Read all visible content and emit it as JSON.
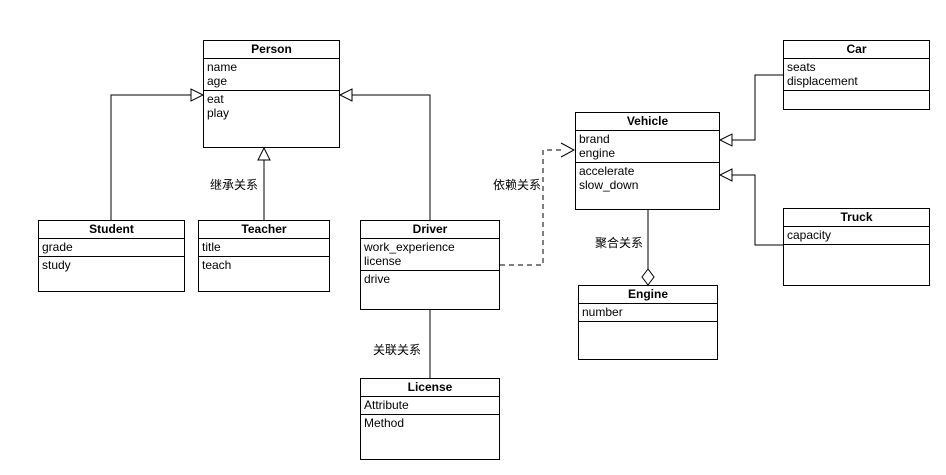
{
  "diagram": {
    "kind": "uml-class-diagram",
    "colors": {
      "background": "#ffffff",
      "stroke": "#000000",
      "fill": "#ffffff",
      "text": "#000000"
    },
    "classes": {
      "person": {
        "title": "Person",
        "attributes": [
          "name",
          "age"
        ],
        "methods": [
          "eat",
          "play"
        ]
      },
      "student": {
        "title": "Student",
        "attributes": [
          "grade"
        ],
        "methods": [
          "study"
        ]
      },
      "teacher": {
        "title": "Teacher",
        "attributes": [
          "title"
        ],
        "methods": [
          "teach"
        ]
      },
      "driver": {
        "title": "Driver",
        "attributes": [
          "work_experience",
          "license"
        ],
        "methods": [
          "drive"
        ]
      },
      "vehicle": {
        "title": "Vehicle",
        "attributes": [
          "brand",
          "engine"
        ],
        "methods": [
          "accelerate",
          "slow_down"
        ]
      },
      "car": {
        "title": "Car",
        "attributes": [
          "seats",
          "displacement"
        ],
        "methods": []
      },
      "truck": {
        "title": "Truck",
        "attributes": [
          "capacity"
        ],
        "methods": []
      },
      "engine": {
        "title": "Engine",
        "attributes": [
          "number"
        ],
        "methods": []
      },
      "license": {
        "title": "License",
        "attributes": [
          "Attribute"
        ],
        "methods": [
          "Method"
        ]
      }
    },
    "edges": [
      {
        "from": "Student",
        "to": "Person",
        "type": "inheritance",
        "label": ""
      },
      {
        "from": "Teacher",
        "to": "Person",
        "type": "inheritance",
        "label": "继承关系"
      },
      {
        "from": "Driver",
        "to": "Person",
        "type": "inheritance",
        "label": ""
      },
      {
        "from": "Driver",
        "to": "Vehicle",
        "type": "dependency",
        "label": "依赖关系"
      },
      {
        "from": "Vehicle",
        "to": "Engine",
        "type": "aggregation",
        "label": "聚合关系"
      },
      {
        "from": "Car",
        "to": "Vehicle",
        "type": "inheritance",
        "label": ""
      },
      {
        "from": "Truck",
        "to": "Vehicle",
        "type": "inheritance",
        "label": ""
      },
      {
        "from": "Driver",
        "to": "License",
        "type": "association",
        "label": "关联关系"
      }
    ]
  }
}
